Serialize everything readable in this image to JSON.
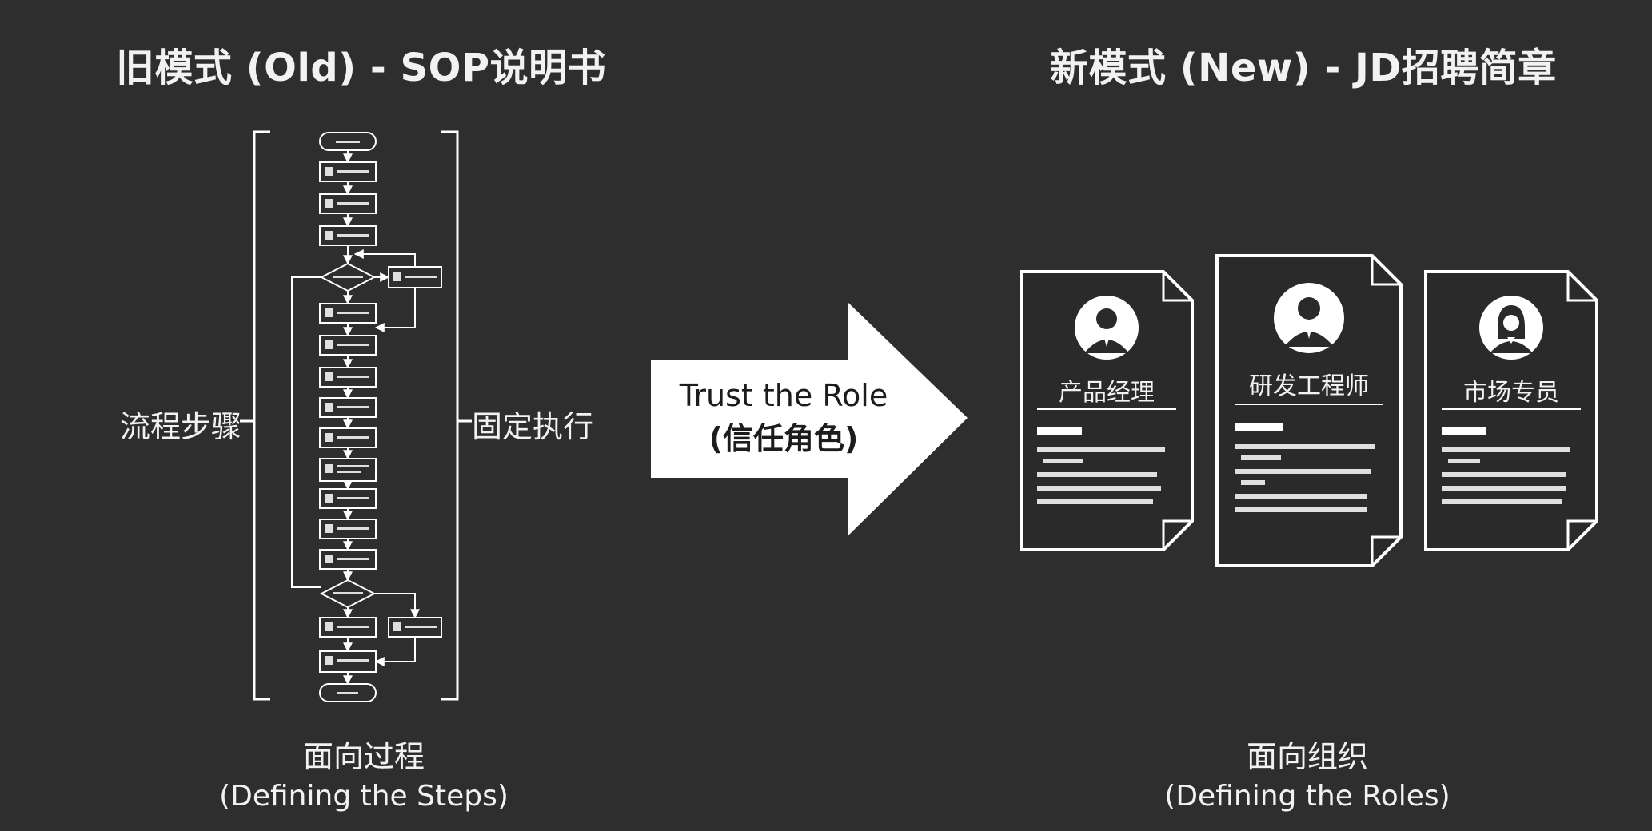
{
  "left": {
    "title": "旧模式 (Old) - SOP说明书",
    "side_label_left": "流程步骤",
    "side_label_right": "固定执行",
    "caption_main": "面向过程",
    "caption_sub": "(Defining the Steps)"
  },
  "arrow": {
    "line1": "Trust the Role",
    "line2": "(信任角色)"
  },
  "right": {
    "title": "新模式 (New) - JD招聘简章",
    "caption_main": "面向组织",
    "caption_sub": "(Defining the Roles)",
    "cards": [
      {
        "role": "产品经理",
        "icon": "male-avatar-icon"
      },
      {
        "role": "研发工程师",
        "icon": "male-avatar-icon"
      },
      {
        "role": "市场专员",
        "icon": "female-avatar-icon"
      }
    ]
  },
  "colors": {
    "background": "#2e2e2f",
    "foreground": "#ffffff",
    "text": "#f2f2f2"
  }
}
